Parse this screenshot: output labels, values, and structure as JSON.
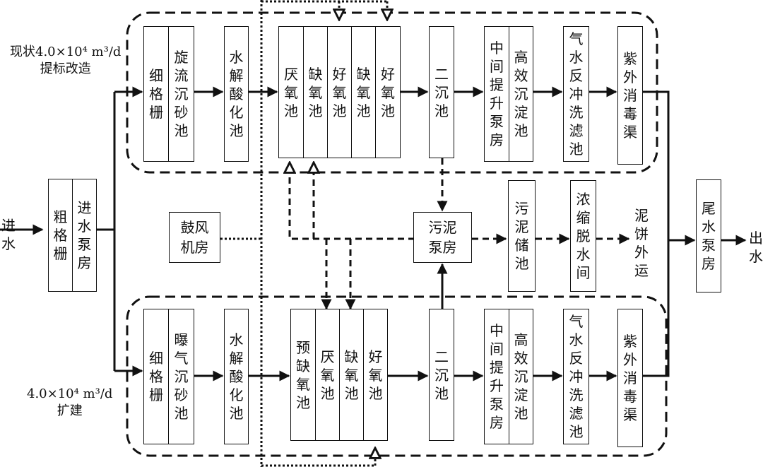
{
  "labels": {
    "top_line": "现状4.0×10⁴ m³/d\n提标改造",
    "bottom_line": "4.0×10⁴ m³/d\n扩建",
    "inlet": "进水",
    "outlet": "出水",
    "sludge_cake": "泥饼外运"
  },
  "shared": {
    "coarse_screen": "粗格栅",
    "inlet_pump": "进水泵房",
    "blower": "鼓风\n机房",
    "sludge_pump": "污泥\n泵房",
    "sludge_storage": "污泥储池",
    "thicken_dewater": "浓缩脱水间",
    "tail_pump": "尾水泵房"
  },
  "top": {
    "fine_screen": "细格栅",
    "grit": "旋流沉砂池",
    "hydrolysis": "水解酸化池",
    "anaerobic": "厌氧池",
    "anoxic1": "缺氧池",
    "oxic1": "好氧池",
    "anoxic2": "缺氧池",
    "oxic2": "好氧池",
    "clarifier": "二沉池",
    "lift": "中间提升泵房",
    "hes": "高效沉淀池",
    "filter": "气水反冲洗滤池",
    "uv": "紫外消毒渠"
  },
  "bottom": {
    "fine_screen": "细格栅",
    "grit": "曝气沉砂池",
    "hydrolysis": "水解酸化池",
    "pre_anoxic": "预缺氧池",
    "anaerobic": "厌氧池",
    "anoxic": "缺氧池",
    "oxic": "好氧池",
    "clarifier": "二沉池",
    "lift": "中间提升泵房",
    "hes": "高效沉淀池",
    "filter": "气水反冲洗滤池",
    "uv": "紫外消毒渠"
  }
}
